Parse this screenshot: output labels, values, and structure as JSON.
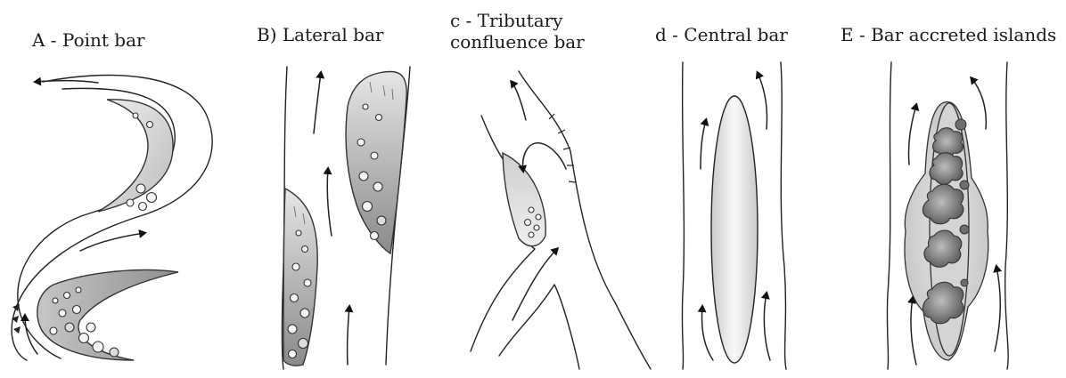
{
  "panels": {
    "a": {
      "title": "A - Point bar"
    },
    "b": {
      "title": "B) Lateral bar"
    },
    "c": {
      "title": "c - Tributary confluence bar"
    },
    "d": {
      "title": "d  - Central bar"
    },
    "e": {
      "title": "E - Bar accreted islands"
    }
  },
  "colors": {
    "line": "#222222",
    "bar_light": "#dedede",
    "bar_dark": "#9a9a9a",
    "island": "#6e6e6e"
  }
}
